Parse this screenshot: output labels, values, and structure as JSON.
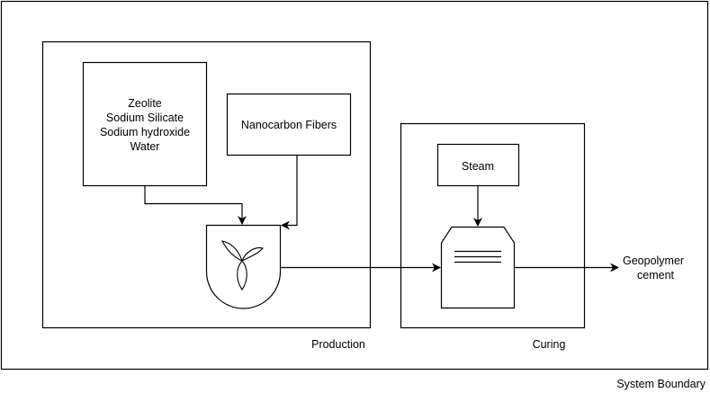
{
  "system_boundary": {
    "label": "System Boundary"
  },
  "production": {
    "label": "Production",
    "raw_materials": {
      "lines": [
        "Zeolite",
        "Sodium Silicate",
        "Sodium hydroxide",
        "Water"
      ]
    },
    "additive": {
      "label": "Nanocarbon Fibers"
    },
    "mixer": {
      "icon": "mixer-impeller-icon"
    }
  },
  "curing": {
    "label": "Curing",
    "steam": {
      "label": "Steam"
    },
    "chamber": {
      "icon": "curing-chamber-icon"
    }
  },
  "output": {
    "lines": [
      "Geopolymer",
      "cement"
    ]
  }
}
